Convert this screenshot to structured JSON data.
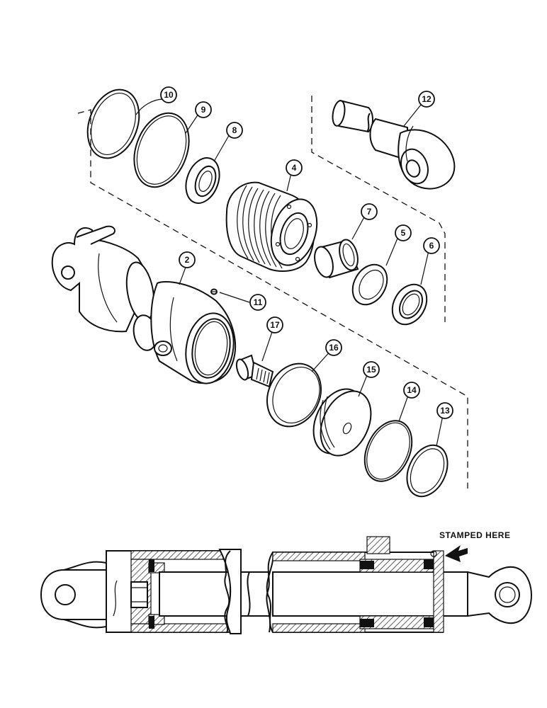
{
  "callouts": {
    "c2": "2",
    "c4": "4",
    "c5": "5",
    "c6": "6",
    "c7": "7",
    "c8": "8",
    "c9": "9",
    "c10": "10",
    "c11": "11",
    "c12": "12",
    "c13": "13",
    "c14": "14",
    "c15": "15",
    "c16": "16",
    "c17": "17"
  },
  "annotations": {
    "stamped": "STAMPED HERE"
  }
}
